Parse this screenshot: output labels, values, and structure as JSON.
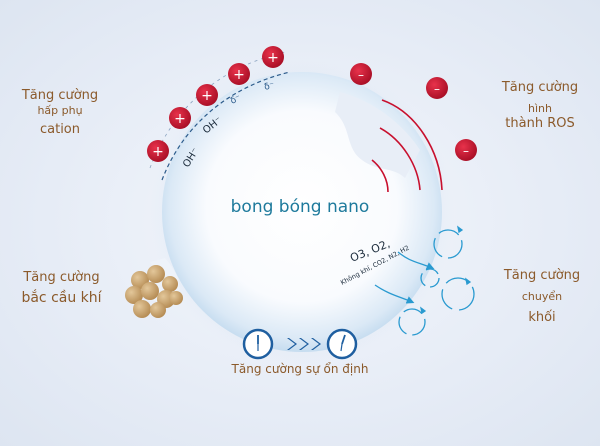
{
  "labels": {
    "top_left": [
      "Tăng cường",
      "hấp phụ",
      "cation"
    ],
    "top_right": [
      "Tăng cường",
      "hình",
      "thành ROS"
    ],
    "bottom_left": [
      "Tăng cường",
      "bắc cầu khí"
    ],
    "bottom_right": [
      "Tăng cường",
      "chuyển",
      "khối"
    ],
    "center": "bong bóng nano",
    "bottom": "Tăng cường sự ổn định"
  },
  "ions": {
    "plus": "+",
    "minus": "–",
    "hydroxide": "OH⁻",
    "delta": "δ⁻"
  },
  "gas_text": {
    "main": "O3, O2,",
    "sub": "Không khí, CO2, N2, H2"
  },
  "colors": {
    "bubble_edge": "#bcd8ee",
    "cation_red": "#c8102e",
    "arrow_blue": "#2a9ad0",
    "clock_blue": "#1f5fa0",
    "label_brown": "#8b5a2b",
    "title_teal": "#1e7a9c"
  },
  "icons": [
    "clock-icon",
    "chevron-arrows-icon",
    "clock-icon",
    "gas-particle-cluster-icon",
    "swirl-arrow-icon"
  ]
}
